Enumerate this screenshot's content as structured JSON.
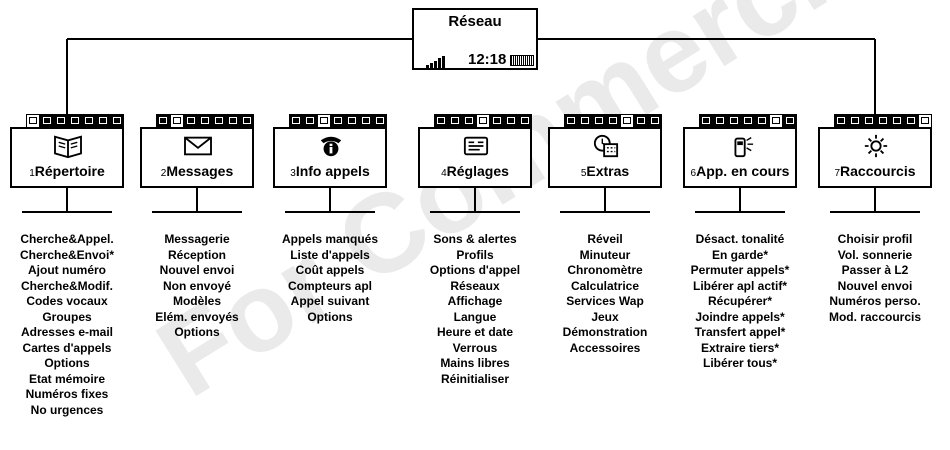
{
  "network": {
    "title": "Réseau",
    "time": "12:18"
  },
  "menus": [
    {
      "num": "1",
      "title": "Répertoire",
      "icon": "book-icon",
      "open_tab": 0,
      "items": [
        "Cherche&Appel.",
        "Cherche&Envoi*",
        "Ajout numéro",
        "Cherche&Modif.",
        "Codes vocaux",
        "Groupes",
        "Adresses e-mail",
        "Cartes d'appels",
        "Options",
        "Etat mémoire",
        "Numéros fixes",
        "No urgences"
      ]
    },
    {
      "num": "2",
      "title": "Messages",
      "icon": "envelope-icon",
      "open_tab": 1,
      "items": [
        "Messagerie",
        "Réception",
        "Nouvel envoi",
        "Non envoyé",
        "Modèles",
        "Elém. envoyés",
        "Options"
      ]
    },
    {
      "num": "3",
      "title": "Info appels",
      "icon": "info-phone-icon",
      "open_tab": 2,
      "items": [
        "Appels manqués",
        "Liste d'appels",
        "Coût appels",
        "Compteurs apl",
        "Appel suivant",
        "Options"
      ]
    },
    {
      "num": "4",
      "title": "Réglages",
      "icon": "settings-card-icon",
      "open_tab": 3,
      "items": [
        "Sons & alertes",
        "Profils",
        "Options d'appel",
        "Réseaux",
        "Affichage",
        "Langue",
        "Heure et date",
        "Verrous",
        "Mains libres",
        "Réinitialiser"
      ]
    },
    {
      "num": "5",
      "title": "Extras",
      "icon": "calculator-icon",
      "open_tab": 4,
      "items": [
        "Réveil",
        "Minuteur",
        "Chronomètre",
        "Calculatrice",
        "Services Wap",
        "Jeux",
        "Démonstration",
        "Accessoires"
      ]
    },
    {
      "num": "6",
      "title": "App. en cours",
      "icon": "ringing-phone-icon",
      "open_tab": 5,
      "items": [
        "Désact. tonalité",
        "En garde*",
        "Permuter appels*",
        "Libérer apl actif*",
        "Récupérer*",
        "Joindre appels*",
        "Transfert appel*",
        "Extraire tiers*",
        "Libérer tous*"
      ]
    },
    {
      "num": "7",
      "title": "Raccourcis",
      "icon": "sun-icon",
      "open_tab": 6,
      "items": [
        "Choisir profil",
        "Vol. sonnerie",
        "Passer à L2",
        "Nouvel envoi",
        "Numéros perso.",
        "Mod. raccourcis"
      ]
    }
  ],
  "watermark": "For Commercial Use"
}
